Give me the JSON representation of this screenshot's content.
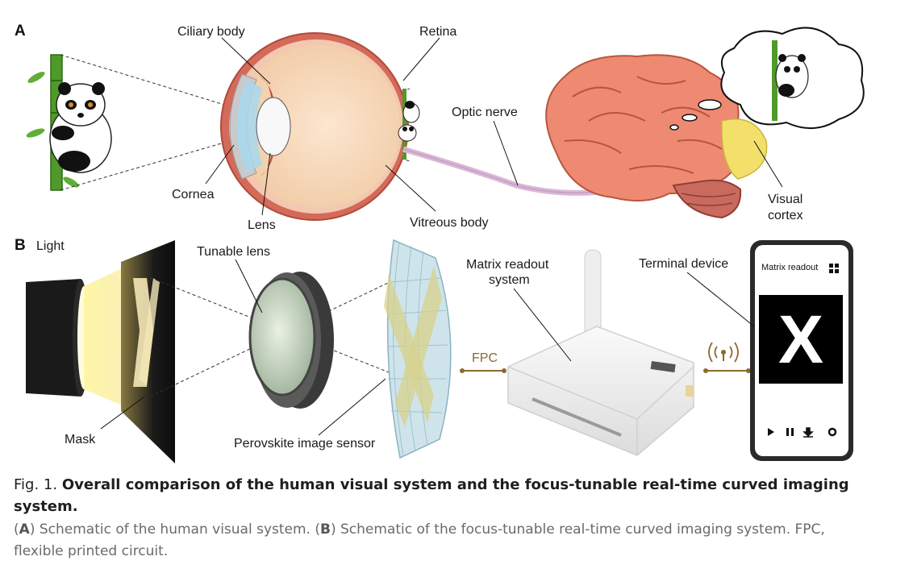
{
  "panel_a": {
    "letter": "A",
    "labels": {
      "ciliary_body": "Ciliary body",
      "retina": "Retina",
      "optic_nerve": "Optic nerve",
      "cornea": "Cornea",
      "lens": "Lens",
      "vitreous_body": "Vitreous body",
      "visual_cortex_1": "Visual",
      "visual_cortex_2": "cortex"
    }
  },
  "panel_b": {
    "letter": "B",
    "labels": {
      "light": "Light",
      "tunable_lens": "Tunable lens",
      "matrix_readout_1": "Matrix readout",
      "matrix_readout_2": "system",
      "terminal_device": "Terminal device",
      "fpc": "FPC",
      "mask": "Mask",
      "perovskite_sensor": "Perovskite image sensor"
    },
    "phone": {
      "title": "Matrix readout",
      "display": "X"
    }
  },
  "caption": {
    "fig_label": "Fig. 1.",
    "title": "Overall comparison of the human visual system and the focus-tunable real-time curved imaging system.",
    "a_letter": "A",
    "a_text": ") Schematic of the human visual system. (",
    "b_letter": "B",
    "b_text": ") Schematic of the focus-tunable real-time curved imaging system. FPC, flexible printed circuit.",
    "open_paren": "("
  },
  "colors": {
    "bamboo": "#4f9a2a",
    "eye_flesh": "#f6d9bd",
    "sclera": "#c9574a",
    "brain": "#ef8a72",
    "cortex": "#f2e06a",
    "fpc": "#8a6a2a"
  }
}
